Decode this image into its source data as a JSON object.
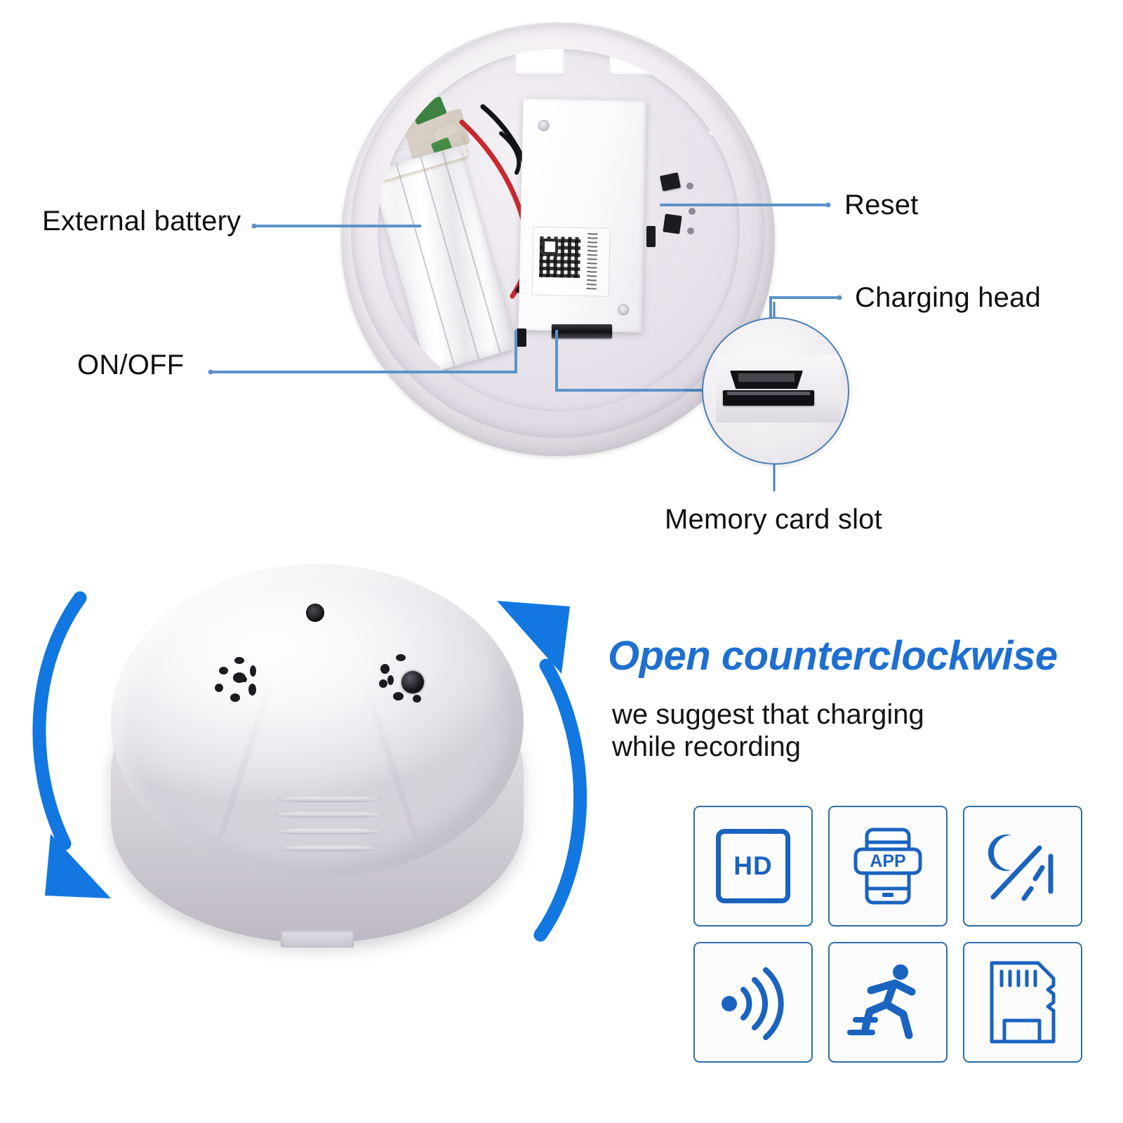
{
  "labels": {
    "external_battery": "External battery",
    "onoff": "ON/OFF",
    "reset": "Reset",
    "charging_head": "Charging head",
    "memory_card_slot": "Memory card slot"
  },
  "headline": "Open counterclockwise",
  "subtext_line1": "we suggest that charging",
  "subtext_line2": "while recording",
  "features": [
    {
      "id": "hd",
      "icon": "hd-icon",
      "text": "HD"
    },
    {
      "id": "app",
      "icon": "app-phone-icon",
      "text": "APP"
    },
    {
      "id": "night-vision",
      "icon": "night-vision-icon",
      "text": ""
    },
    {
      "id": "wireless",
      "icon": "wireless-signal-icon",
      "text": ""
    },
    {
      "id": "motion-detection",
      "icon": "motion-detection-icon",
      "text": ""
    },
    {
      "id": "sd-card",
      "icon": "sd-card-icon",
      "text": ""
    }
  ],
  "colors": {
    "accent_blue": "#1f6fd0",
    "arrow_blue": "#1277e0",
    "leader_blue": "#5b93c9",
    "icon_blue": "#1a63bf",
    "tile_border": "#2f6fa8",
    "text_black": "#101010"
  }
}
